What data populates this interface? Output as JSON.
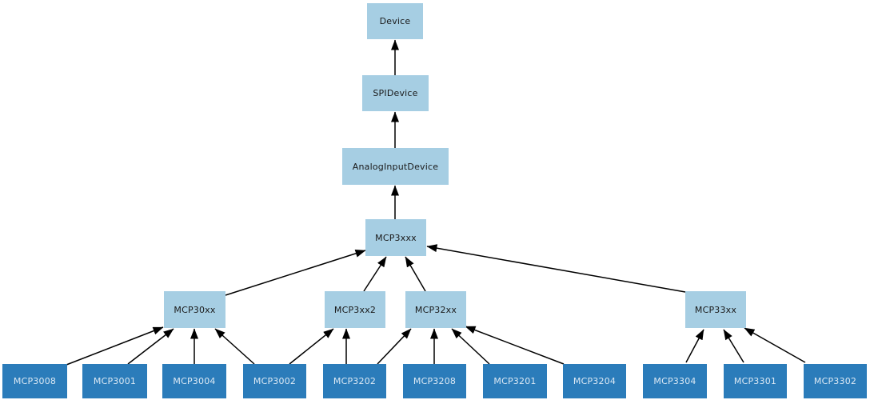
{
  "diagram": {
    "type": "class-inheritance",
    "nodes": [
      {
        "id": "Device",
        "label": "Device",
        "role": "base"
      },
      {
        "id": "SPIDevice",
        "label": "SPIDevice",
        "role": "base"
      },
      {
        "id": "AnalogInputDevice",
        "label": "AnalogInputDevice",
        "role": "base"
      },
      {
        "id": "MCP3xxx",
        "label": "MCP3xxx",
        "role": "base"
      },
      {
        "id": "MCP30xx",
        "label": "MCP30xx",
        "role": "base"
      },
      {
        "id": "MCP3xx2",
        "label": "MCP3xx2",
        "role": "base"
      },
      {
        "id": "MCP32xx",
        "label": "MCP32xx",
        "role": "base"
      },
      {
        "id": "MCP33xx",
        "label": "MCP33xx",
        "role": "base"
      },
      {
        "id": "MCP3008",
        "label": "MCP3008",
        "role": "leaf"
      },
      {
        "id": "MCP3001",
        "label": "MCP3001",
        "role": "leaf"
      },
      {
        "id": "MCP3004",
        "label": "MCP3004",
        "role": "leaf"
      },
      {
        "id": "MCP3002",
        "label": "MCP3002",
        "role": "leaf"
      },
      {
        "id": "MCP3202",
        "label": "MCP3202",
        "role": "leaf"
      },
      {
        "id": "MCP3208",
        "label": "MCP3208",
        "role": "leaf"
      },
      {
        "id": "MCP3201",
        "label": "MCP3201",
        "role": "leaf"
      },
      {
        "id": "MCP3204",
        "label": "MCP3204",
        "role": "leaf"
      },
      {
        "id": "MCP3304",
        "label": "MCP3304",
        "role": "leaf"
      },
      {
        "id": "MCP3301",
        "label": "MCP3301",
        "role": "leaf"
      },
      {
        "id": "MCP3302",
        "label": "MCP3302",
        "role": "leaf"
      }
    ],
    "edges": [
      {
        "from": "SPIDevice",
        "to": "Device"
      },
      {
        "from": "AnalogInputDevice",
        "to": "SPIDevice"
      },
      {
        "from": "MCP3xxx",
        "to": "AnalogInputDevice"
      },
      {
        "from": "MCP30xx",
        "to": "MCP3xxx"
      },
      {
        "from": "MCP3xx2",
        "to": "MCP3xxx"
      },
      {
        "from": "MCP32xx",
        "to": "MCP3xxx"
      },
      {
        "from": "MCP33xx",
        "to": "MCP3xxx"
      },
      {
        "from": "MCP3008",
        "to": "MCP30xx"
      },
      {
        "from": "MCP3001",
        "to": "MCP30xx"
      },
      {
        "from": "MCP3004",
        "to": "MCP30xx"
      },
      {
        "from": "MCP3002",
        "to": "MCP30xx"
      },
      {
        "from": "MCP3002",
        "to": "MCP3xx2"
      },
      {
        "from": "MCP3202",
        "to": "MCP3xx2"
      },
      {
        "from": "MCP3202",
        "to": "MCP32xx"
      },
      {
        "from": "MCP3208",
        "to": "MCP32xx"
      },
      {
        "from": "MCP3201",
        "to": "MCP32xx"
      },
      {
        "from": "MCP3204",
        "to": "MCP32xx"
      },
      {
        "from": "MCP3304",
        "to": "MCP33xx"
      },
      {
        "from": "MCP3301",
        "to": "MCP33xx"
      },
      {
        "from": "MCP3302",
        "to": "MCP33xx"
      }
    ]
  },
  "colors": {
    "background": "#ffffff",
    "base_fill": "#a6cee3",
    "leaf_fill": "#2b7cba",
    "base_text": "#1a1a1a",
    "leaf_text": "#dce9f4",
    "edge": "#000000"
  }
}
